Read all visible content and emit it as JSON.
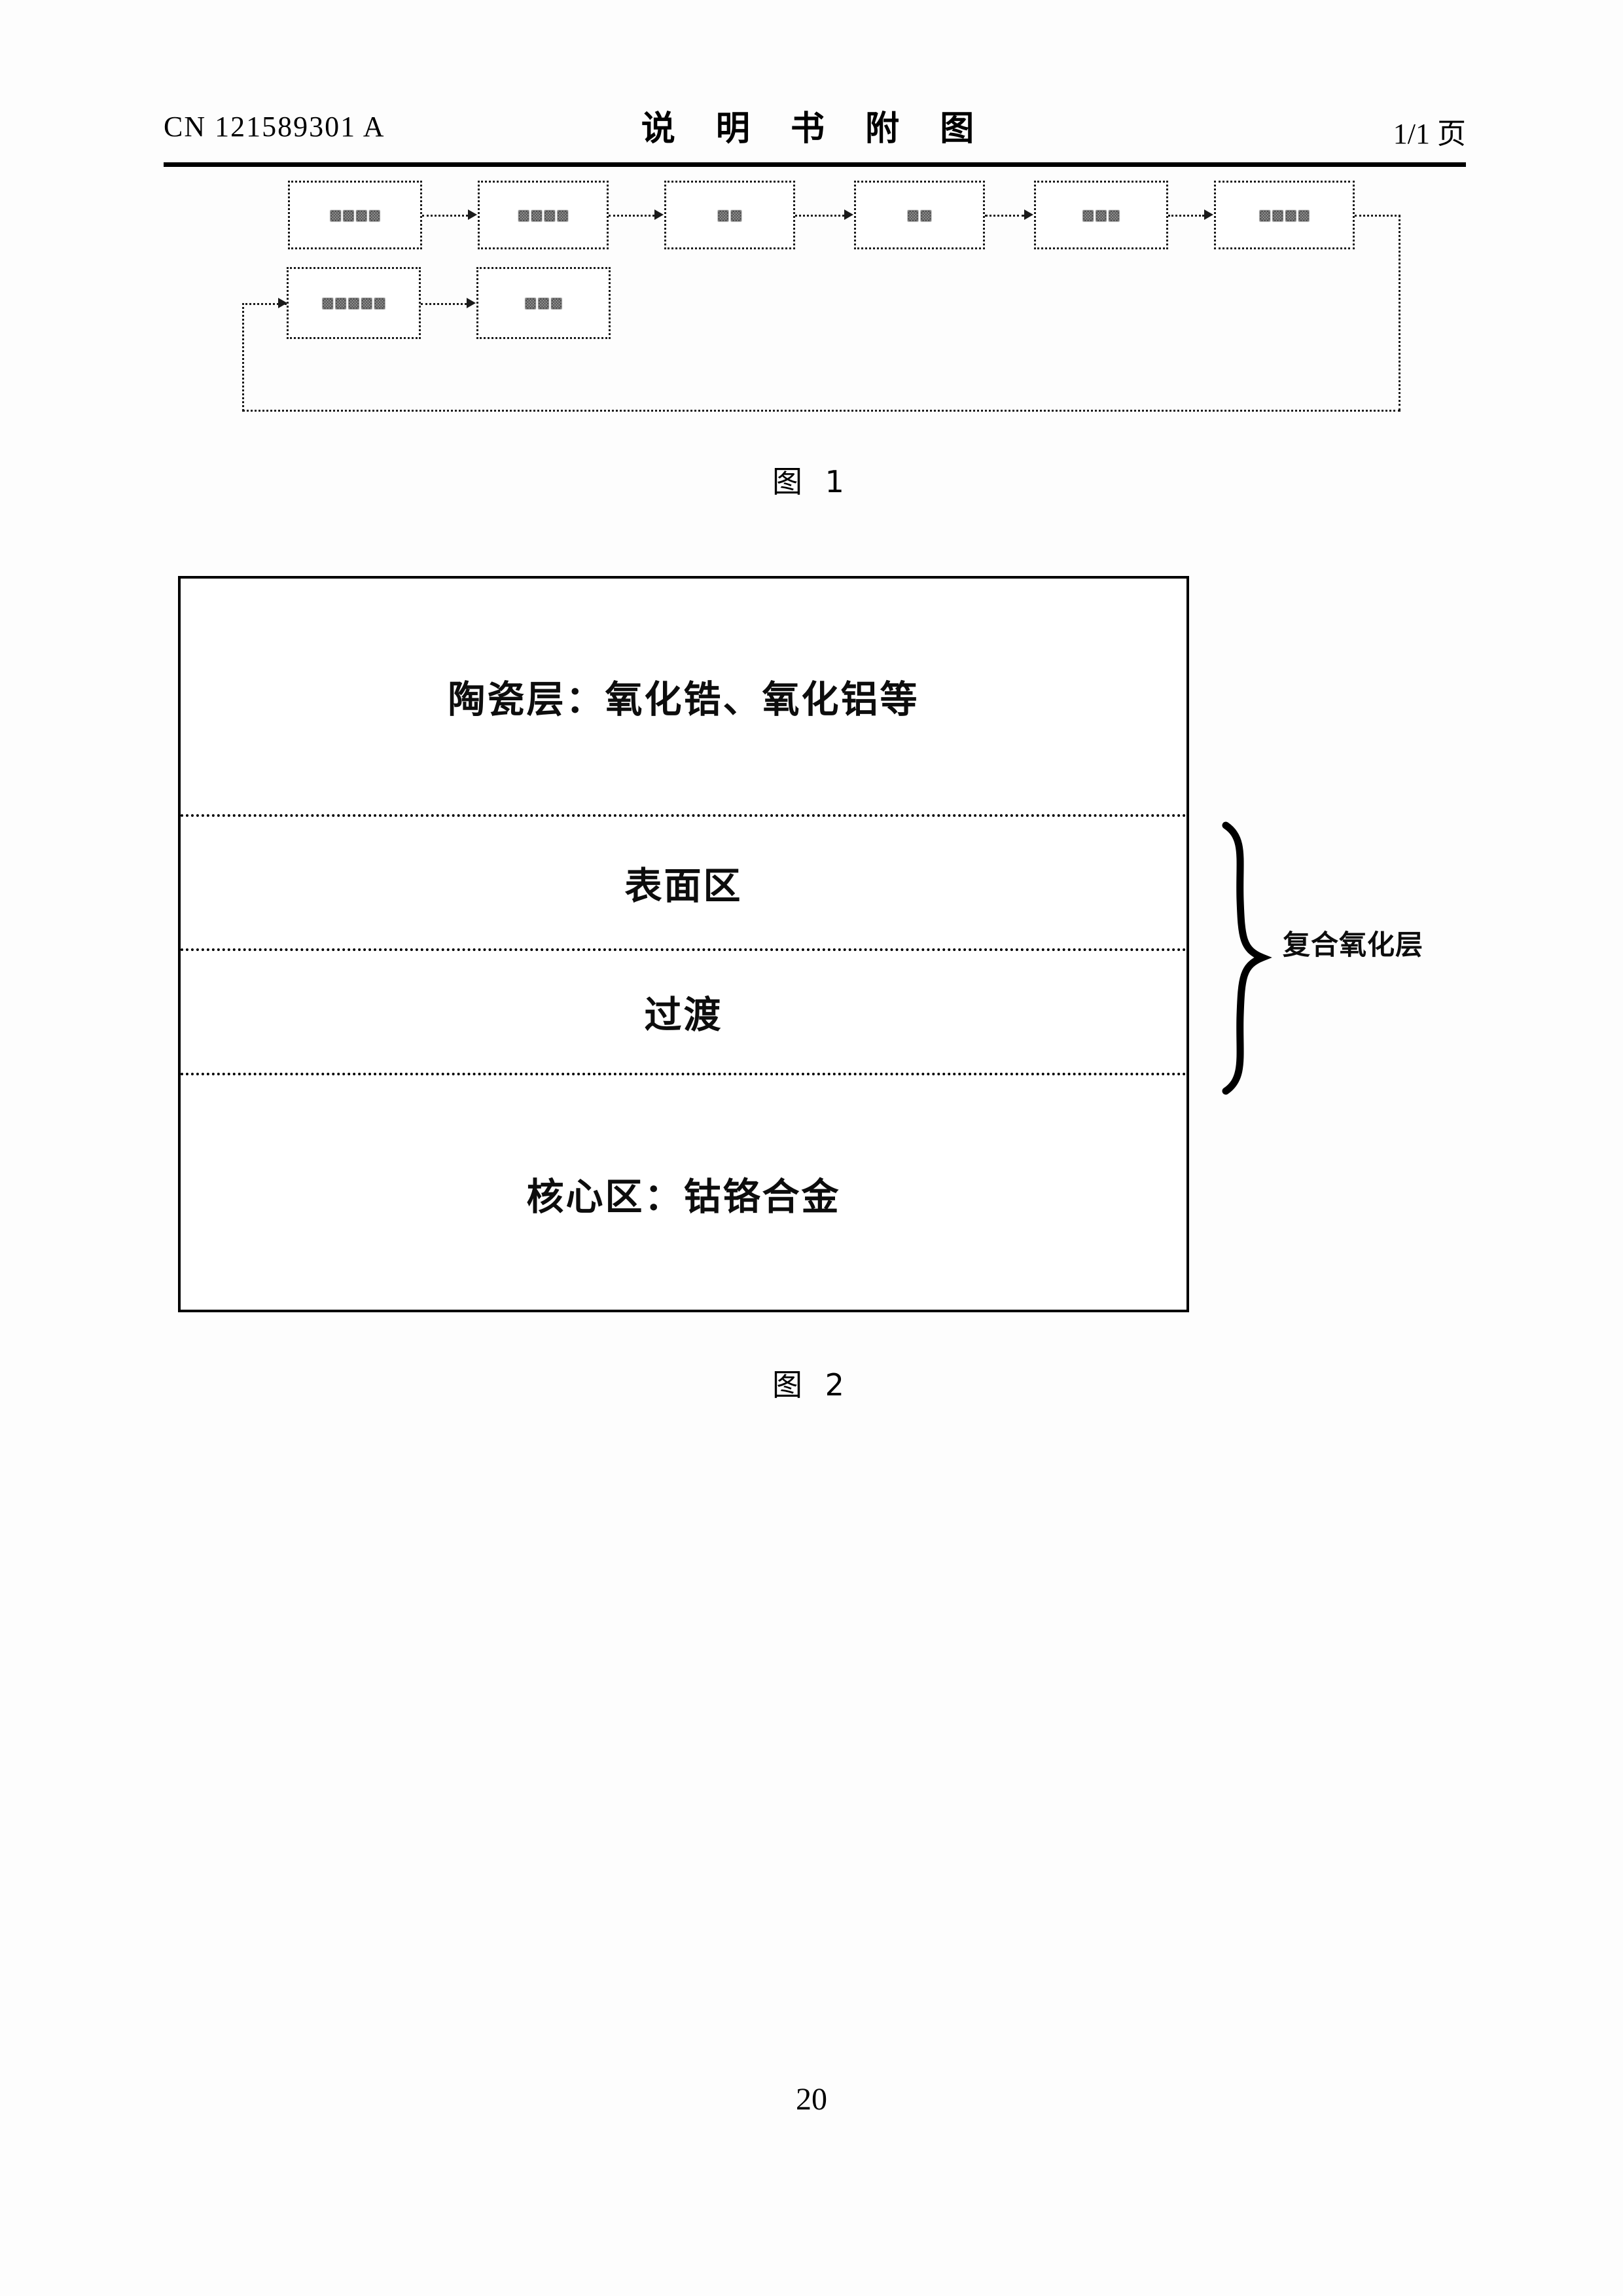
{
  "header": {
    "publication_number": "CN 121589301 A",
    "title": "说 明 书 附 图",
    "page_indicator": "1/1 页"
  },
  "figure1": {
    "caption": "图 1",
    "type": "process-flowchart",
    "note": "Box labels are illegible in the scanned original (degraded raster glyphs).",
    "row1_boxes": [
      {
        "label": "▩▩▩▩"
      },
      {
        "label": "▩▩▩▩"
      },
      {
        "label": "▩▩"
      },
      {
        "label": "▩▩"
      },
      {
        "label": "▩▩▩"
      },
      {
        "label": "▩▩▩▩"
      }
    ],
    "row2_boxes": [
      {
        "label": "▩▩▩▩▩"
      },
      {
        "label": "▩▩▩"
      }
    ]
  },
  "figure2": {
    "caption": "图 2",
    "type": "layer-stack-diagram",
    "layers": [
      {
        "id": "ceramic-layer",
        "label": "陶瓷层：氧化锆、氧化铝等"
      },
      {
        "id": "surface-zone",
        "label": "表面区"
      },
      {
        "id": "transition-zone",
        "label": "过渡"
      },
      {
        "id": "core-zone",
        "label": "核心区：钴铬合金"
      }
    ],
    "brace_label": "复合氧化层",
    "brace_spans": [
      "surface-zone",
      "transition-zone"
    ]
  },
  "footer": {
    "page_number": "20"
  },
  "colors": {
    "ink": "#000000",
    "paper": "#fdfdfd",
    "dotted_line": "#1a1a1a"
  }
}
